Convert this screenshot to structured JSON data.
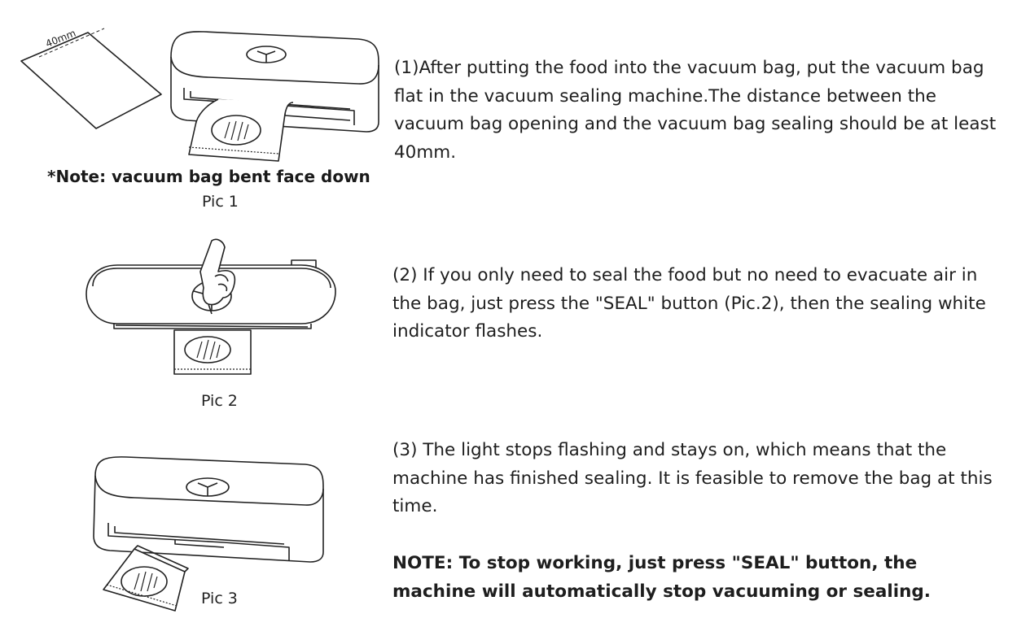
{
  "figures": {
    "pic1": {
      "caption": "Pic 1",
      "note": "*Note: vacuum bag bent face down",
      "bag_dimension": "40mm"
    },
    "pic2": {
      "caption": "Pic 2"
    },
    "pic3": {
      "caption": "Pic 3"
    }
  },
  "steps": [
    {
      "text": "(1)After putting the food into the vacuum bag, put the vacuum bag flat in the vacuum sealing machine.The distance between the vacuum bag opening and the vacuum bag sealing should be at least 40mm."
    },
    {
      "text": "(2) If you only need to seal the food but no need to evacuate air in the bag,  just press the \"SEAL\" button (Pic.2), then the sealing white indicator flashes."
    },
    {
      "text": "(3) The light stops flashing and stays on, which means that the machine has finished sealing. It is feasible to remove the bag at this time."
    }
  ],
  "note": {
    "text": "NOTE: To stop working, just press \"SEAL\" button, the machine will automatically stop vacuuming or sealing."
  }
}
